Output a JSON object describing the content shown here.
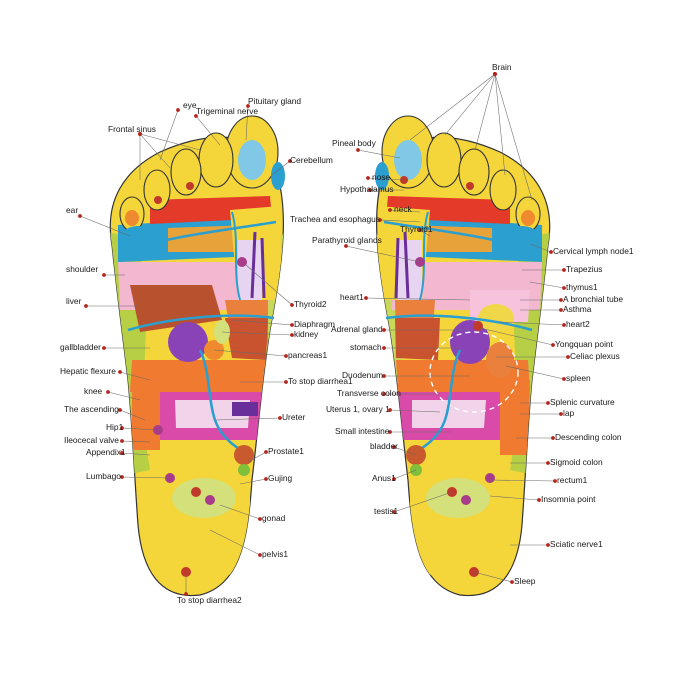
{
  "left_foot_labels": [
    "eye",
    "Pituitary gland",
    "Trigeminal nerve",
    "Frontal sinus",
    "Cerebellum",
    "ear",
    "shoulder",
    "liver",
    "Thyroid2",
    "Diaphragm",
    "kidney",
    "gallbladder",
    "pancreas1",
    "Hepatic flexure",
    "To stop diarrhea1",
    "knee",
    "The ascending",
    "Ureter",
    "Hip1",
    "Ileocecal valve",
    "Appendix1",
    "Prostate1",
    "Lumbago",
    "Gujing",
    "gonad",
    "pelvis1",
    "To stop diarrhea2"
  ],
  "right_foot_labels": [
    "Brain",
    "Pineal body",
    "nose",
    "Hypothalamus",
    "neck",
    "Trachea and esophagus",
    "Thyroid1",
    "Parathyroid glands",
    "Cervical lymph node1",
    "Trapezius",
    "thymus1",
    "heart1",
    "A bronchial tube",
    "Asthma",
    "Adrenal gland",
    "heart2",
    "stomach",
    "Yongquan point",
    "Celiac plexus",
    "Duodenum",
    "spleen",
    "Transverse colon",
    "Splenic curvature",
    "Uterus 1, ovary 1",
    "lap",
    "Small intestine",
    "Descending colon",
    "bladder",
    "Sigmoid colon",
    "Anus1",
    "rectum1",
    "Insomnia point",
    "testis1",
    "Sciatic nerve1",
    "Sleep"
  ]
}
